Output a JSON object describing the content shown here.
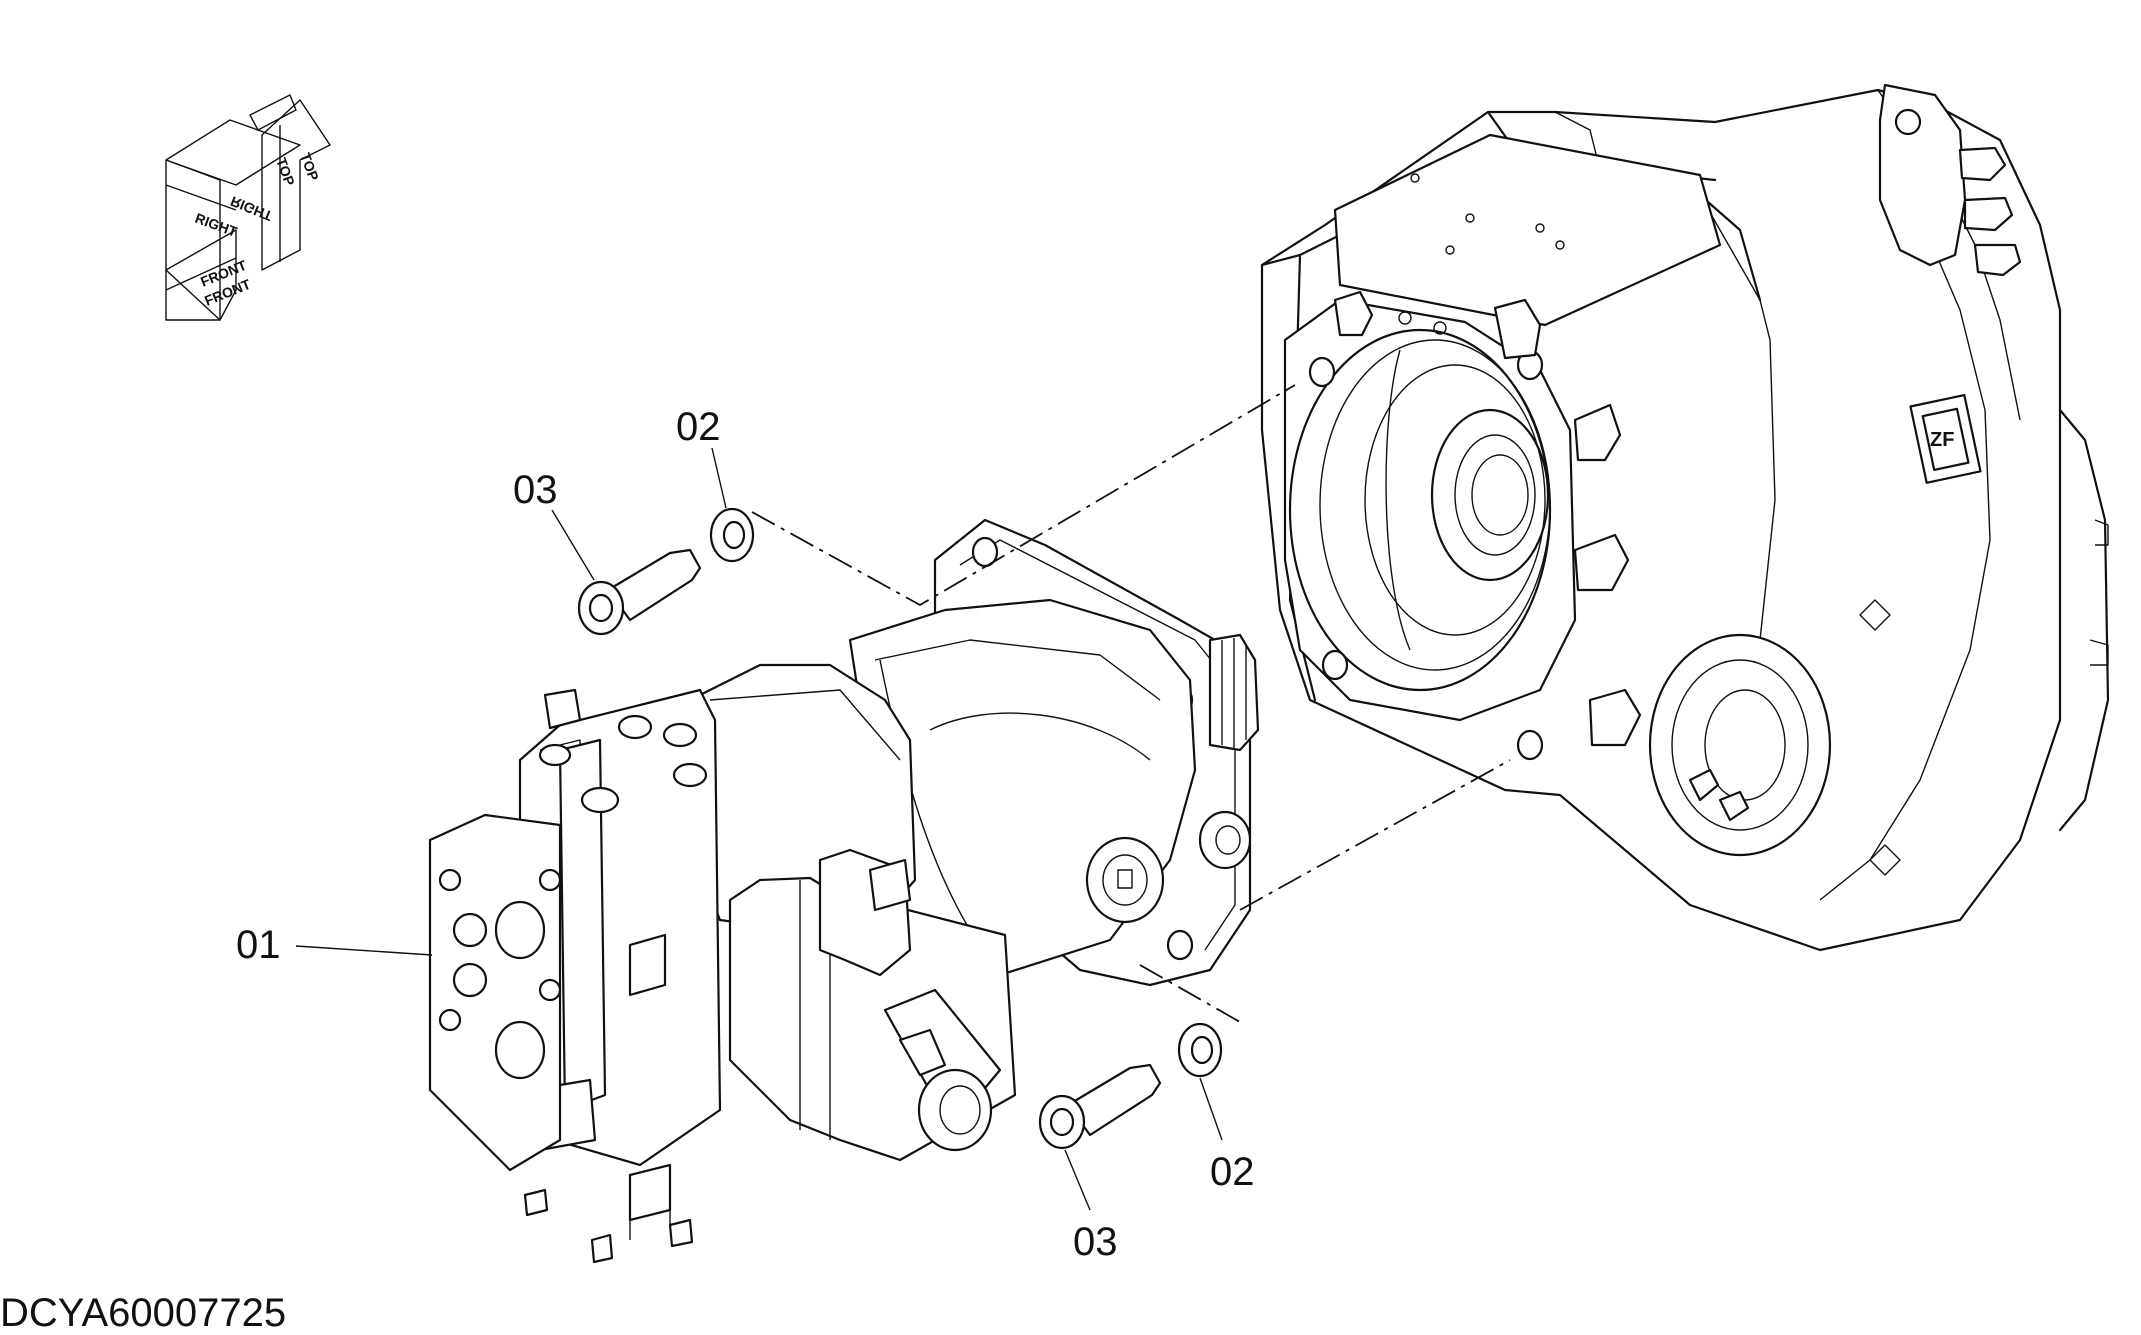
{
  "drawing_id": "DCYA60007725",
  "orientation_labels": {
    "top_a": "TOP",
    "top_b": "TOP",
    "right_a": "RIGHT",
    "right_b": "RIGHT",
    "front_a": "FRONT",
    "front_b": "FRONT"
  },
  "callouts": {
    "part_01": "01",
    "part_02_upper": "02",
    "part_03_upper": "03",
    "part_02_lower": "02",
    "part_03_lower": "03"
  },
  "emblem": "ZF"
}
